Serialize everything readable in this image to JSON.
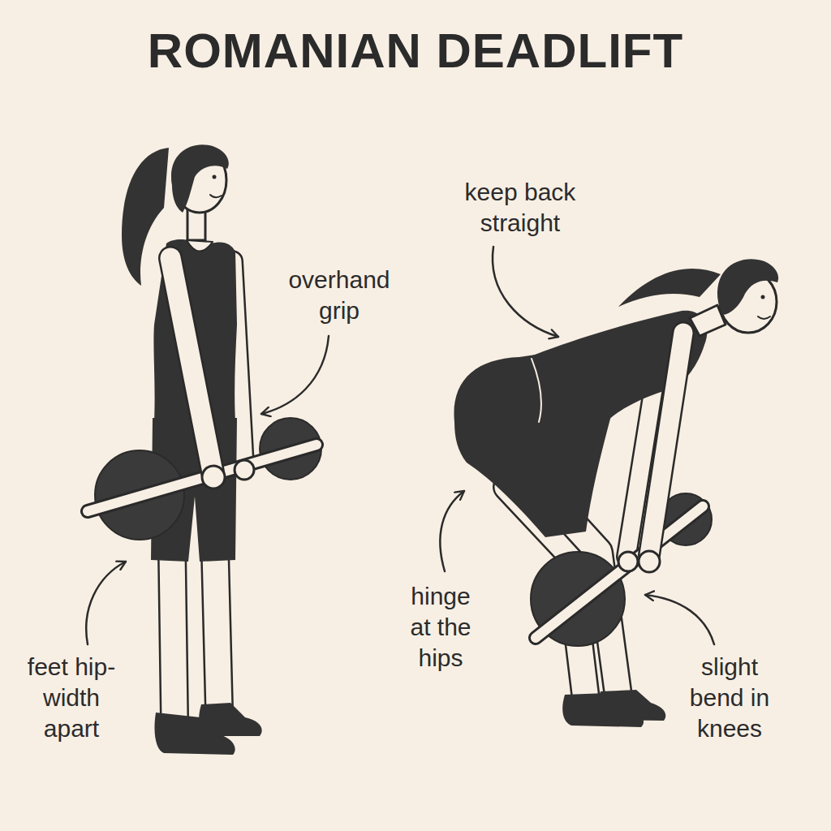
{
  "diagram": {
    "title": "ROMANIAN DEADLIFT",
    "labels": [
      "overhand grip",
      "feet hip-width apart",
      "keep back straight",
      "hinge at the hips",
      "slight bend in knees"
    ]
  }
}
